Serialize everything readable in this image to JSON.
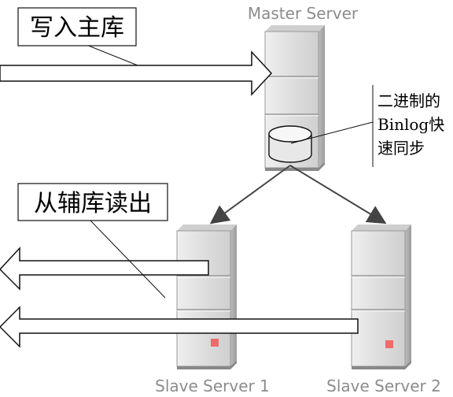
{
  "diagram": {
    "master_label": "Master Server",
    "slave1_label": "Slave Server 1",
    "slave2_label": "Slave Server 2",
    "write_callout": "写入主库",
    "read_callout": "从辅库读出",
    "binlog_note": {
      "line1": "二进制的",
      "line2": "Binlog快",
      "line3": "速同步"
    }
  },
  "colors": {
    "server_face": "#e0e0e0",
    "server_side": "#b4b4b4",
    "server_dark": "#9a9a9a",
    "label_gray": "#8c8c8c",
    "indicator_red": "#ef6a6a",
    "line": "#444444"
  }
}
